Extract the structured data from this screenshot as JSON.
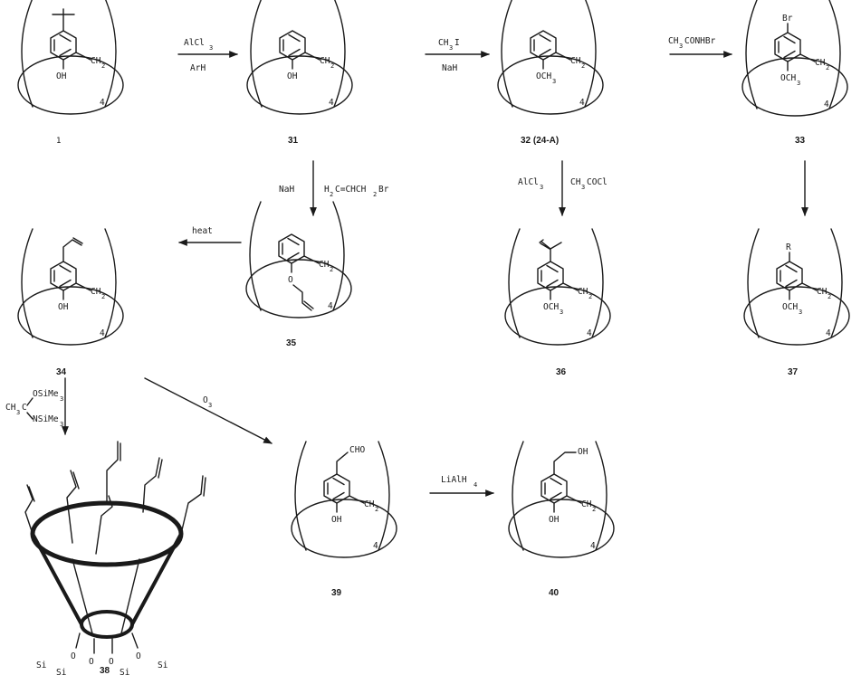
{
  "compounds": {
    "c1": {
      "label": "1",
      "oh": "OH",
      "ch2": "CH",
      "sub2": "2",
      "n": "4"
    },
    "c31": {
      "label": "31",
      "oh": "OH",
      "ch2": "CH",
      "sub2": "2",
      "n": "4"
    },
    "c32": {
      "label": "32 (24-A)",
      "och3": "OCH",
      "sub3": "3",
      "ch2": "CH",
      "sub2": "2",
      "n": "4"
    },
    "c33": {
      "label": "33",
      "br": "Br",
      "och3": "OCH",
      "sub3": "3",
      "ch2": "CH",
      "sub2": "2",
      "n": "4"
    },
    "c34": {
      "label": "34",
      "oh": "OH",
      "ch2": "CH",
      "sub2": "2",
      "n": "4"
    },
    "c35": {
      "label": "35",
      "o": "O",
      "ch2": "CH",
      "sub2": "2",
      "n": "4"
    },
    "c36": {
      "label": "36",
      "och3": "OCH",
      "sub3": "3",
      "ch2": "CH",
      "sub2": "2",
      "n": "4"
    },
    "c37": {
      "label": "37",
      "r": "R",
      "och3": "OCH",
      "sub3": "3",
      "ch2": "CH",
      "sub2": "2",
      "n": "4"
    },
    "c38": {
      "label": "38",
      "o": "O",
      "si": "Si"
    },
    "c39": {
      "label": "39",
      "cho": "CHO",
      "oh": "OH",
      "ch2": "CH",
      "sub2": "2",
      "n": "4"
    },
    "c40": {
      "label": "40",
      "ohTop": "OH",
      "oh": "OH",
      "ch2": "CH",
      "sub2": "2",
      "n": "4"
    }
  },
  "reagents": {
    "r1_top": "AlCl",
    "r1_top_sub": "3",
    "r1_bottom": "ArH",
    "r2_top": "CH",
    "r2_top_sub": "3",
    "r2_top_tail": "I",
    "r2_bottom": "NaH",
    "r3_top": "CH",
    "r3_top_sub": "3",
    "r3_top_tail": "CONHBr",
    "r4_left": "NaH",
    "r4_right": "H",
    "r4_right_sub": "2",
    "r4_right_mid": "C=CHCH",
    "r4_right_sub2": "2",
    "r4_right_tail": "Br",
    "r5_left": "AlCl",
    "r5_left_sub": "3",
    "r5_right": "CH",
    "r5_right_sub": "3",
    "r5_right_tail": "COCl",
    "r6": "heat",
    "r7_line1": "OSiMe",
    "r7_line1_sub": "3",
    "r7_ch3": "CH",
    "r7_ch3_sub": "3",
    "r7_c": "C",
    "r7_line2": "NSiMe",
    "r7_line2_sub": "3",
    "r8": "O",
    "r8_sub": "3",
    "r9": "LiAlH",
    "r9_sub": "4"
  }
}
